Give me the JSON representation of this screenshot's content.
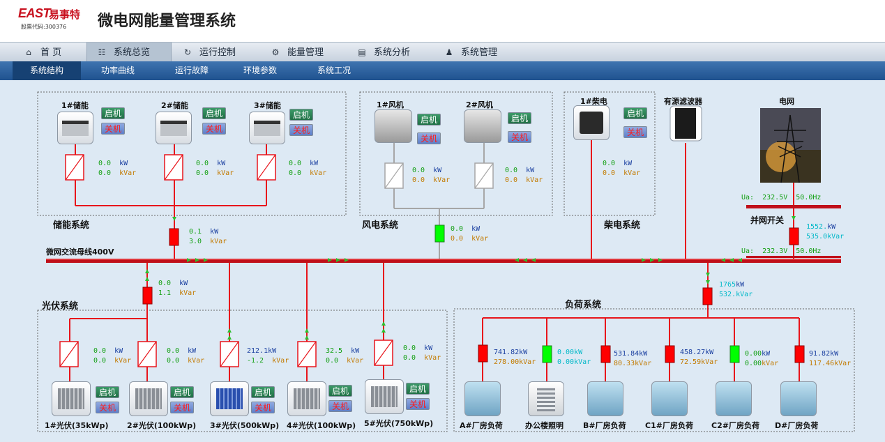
{
  "header": {
    "logo_en": "EAST",
    "logo_cn": "易事特",
    "stock_code": "股票代码:300376",
    "title": "微电网能量管理系统"
  },
  "nav1": [
    {
      "label": "首 页",
      "icon": "home-icon"
    },
    {
      "label": "系统总览",
      "icon": "sitemap-icon"
    },
    {
      "label": "运行控制",
      "icon": "refresh-icon"
    },
    {
      "label": "能量管理",
      "icon": "gears-icon"
    },
    {
      "label": "系统分析",
      "icon": "bar-chart-icon"
    },
    {
      "label": "系统管理",
      "icon": "user-icon"
    }
  ],
  "nav2": [
    "系统结构",
    "功率曲线",
    "运行故障",
    "环境参数",
    "系统工况"
  ],
  "buttons": {
    "start": "启机",
    "stop": "关机"
  },
  "units": {
    "kw": "kW",
    "kvar": "kVar"
  },
  "sections": {
    "storage": "储能系统",
    "wind": "风电系统",
    "diesel": "柴电系统",
    "pv": "光伏系统",
    "load": "负荷系统"
  },
  "bus": {
    "label": "微网交流母线400V"
  },
  "storage": [
    {
      "name": "1#储能",
      "p": "0.0",
      "q": "0.0"
    },
    {
      "name": "2#储能",
      "p": "0.0",
      "q": "0.0"
    },
    {
      "name": "3#储能",
      "p": "0.0",
      "q": "0.0"
    }
  ],
  "storage_total": {
    "p": "0.1",
    "q": "3.0"
  },
  "wind": [
    {
      "name": "1#风机",
      "p": "0.0",
      "q": "0.0"
    },
    {
      "name": "2#风机",
      "p": "0.0",
      "q": "0.0"
    }
  ],
  "wind_total": {
    "p": "0.0",
    "q": "0.0"
  },
  "diesel": {
    "name": "1#柴电",
    "p": "0.0",
    "q": "0.0"
  },
  "filter": {
    "name": "有源滤波器"
  },
  "grid": {
    "name": "电网",
    "ua_top_label": "Ua:",
    "ua_top_v": "232.5V",
    "ua_top_f": "50.0Hz",
    "switch_label": "并网开关",
    "p": "1552.",
    "q": "535.0",
    "ua_bottom_label": "Ua:",
    "ua_bottom_v": "232.3V",
    "ua_bottom_f": "50.0Hz"
  },
  "pv_total": {
    "p": "0.0",
    "q": "1.1"
  },
  "pv": [
    {
      "name": "1#光伏(35kWp)",
      "p": "0.0",
      "q": "0.0"
    },
    {
      "name": "2#光伏(100kWp)",
      "p": "0.0",
      "q": "0.0"
    },
    {
      "name": "3#光伏(500kWp)",
      "p": "212.1",
      "q": "-1.2"
    },
    {
      "name": "4#光伏(100kWp)",
      "p": "32.5",
      "q": "0.0"
    },
    {
      "name": "5#光伏(750kWp)",
      "p": "0.0",
      "q": "0.0"
    }
  ],
  "load_total": {
    "p": "1765",
    "q": "532."
  },
  "loads": [
    {
      "name": "A#厂房负荷",
      "p": "741.82",
      "q": "278.00"
    },
    {
      "name": "办公楼照明",
      "p": "0.00",
      "q": "0.00"
    },
    {
      "name": "B#厂房负荷",
      "p": "531.84",
      "q": "80.33"
    },
    {
      "name": "C1#厂房负荷",
      "p": "458.27",
      "q": "72.59"
    },
    {
      "name": "C2#厂房负荷",
      "p": "0.00",
      "q": "0.00"
    },
    {
      "name": "D#厂房负荷",
      "p": "91.82",
      "q": "117.46"
    }
  ],
  "colors": {
    "line_red": "#e8141b",
    "line_gray": "#a6a6a6",
    "nav_blue": "#2a5d9c",
    "breaker_red": "#ff0000",
    "breaker_green": "#00ff00"
  }
}
